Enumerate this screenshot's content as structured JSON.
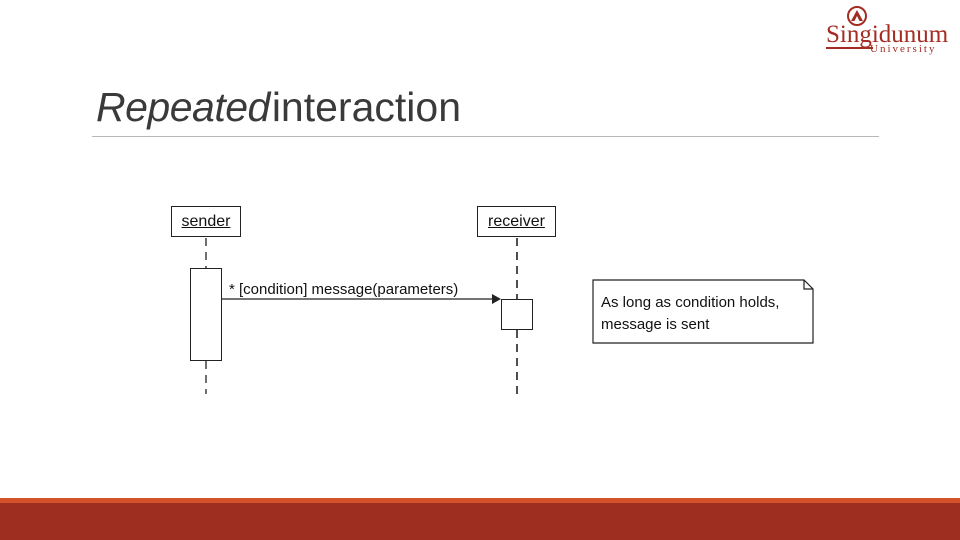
{
  "logo": {
    "word": "Singidunum",
    "sub": "University"
  },
  "title": {
    "italic": "Repeated",
    "rest": "interaction"
  },
  "diagram": {
    "sender": "sender",
    "receiver": "receiver",
    "message": "* [condition] message(parameters)",
    "note_line1": "As long as condition holds,",
    "note_line2": "message is sent"
  },
  "colors": {
    "brand": "#a32d22",
    "footer_dark": "#9e2f20",
    "footer_light": "#d4522b"
  }
}
